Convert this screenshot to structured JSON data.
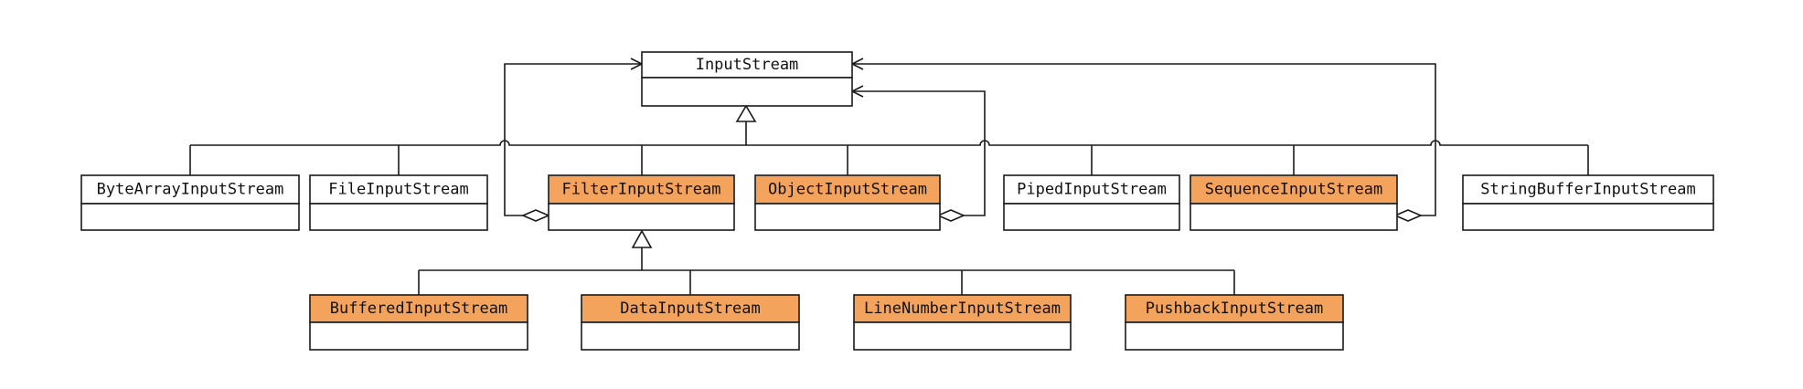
{
  "diagram": {
    "colors": {
      "highlight": "#F4A35C",
      "plain": "#FFFFFF",
      "stroke": "#1A1A1A"
    },
    "classes": [
      {
        "id": "inputstream",
        "name": "InputStream",
        "highlight": false
      },
      {
        "id": "bytearray",
        "name": "ByteArrayInputStream",
        "highlight": false
      },
      {
        "id": "file",
        "name": "FileInputStream",
        "highlight": false
      },
      {
        "id": "filter",
        "name": "FilterInputStream",
        "highlight": true
      },
      {
        "id": "object",
        "name": "ObjectInputStream",
        "highlight": true
      },
      {
        "id": "piped",
        "name": "PipedInputStream",
        "highlight": false
      },
      {
        "id": "sequence",
        "name": "SequenceInputStream",
        "highlight": true
      },
      {
        "id": "stringbuffer",
        "name": "StringBufferInputStream",
        "highlight": false
      },
      {
        "id": "buffered",
        "name": "BufferedInputStream",
        "highlight": true
      },
      {
        "id": "data",
        "name": "DataInputStream",
        "highlight": true
      },
      {
        "id": "linenumber",
        "name": "LineNumberInputStream",
        "highlight": true
      },
      {
        "id": "pushback",
        "name": "PushbackInputStream",
        "highlight": true
      }
    ],
    "relations": [
      {
        "type": "inheritance",
        "parent": "InputStream",
        "children": [
          "ByteArrayInputStream",
          "FileInputStream",
          "FilterInputStream",
          "ObjectInputStream",
          "PipedInputStream",
          "SequenceInputStream",
          "StringBufferInputStream"
        ]
      },
      {
        "type": "inheritance",
        "parent": "FilterInputStream",
        "children": [
          "BufferedInputStream",
          "DataInputStream",
          "LineNumberInputStream",
          "PushbackInputStream"
        ]
      },
      {
        "type": "aggregation",
        "whole": "FilterInputStream",
        "part": "InputStream"
      },
      {
        "type": "aggregation",
        "whole": "ObjectInputStream",
        "part": "InputStream"
      },
      {
        "type": "aggregation",
        "whole": "SequenceInputStream",
        "part": "InputStream"
      }
    ]
  }
}
